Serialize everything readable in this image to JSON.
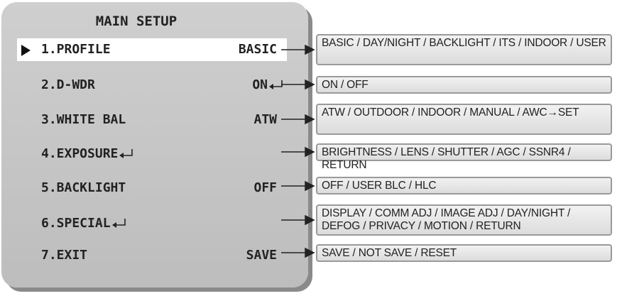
{
  "menu": {
    "title": "MAIN SETUP",
    "items": [
      {
        "label": "1.PROFILE",
        "value": "BASIC",
        "selected": true,
        "enter_on": "none"
      },
      {
        "label": "2.D-WDR",
        "value": "ON",
        "selected": false,
        "enter_on": "value"
      },
      {
        "label": "3.WHITE BAL",
        "value": "ATW",
        "selected": false,
        "enter_on": "none"
      },
      {
        "label": "4.EXPOSURE",
        "value": "",
        "selected": false,
        "enter_on": "label"
      },
      {
        "label": "5.BACKLIGHT",
        "value": "OFF",
        "selected": false,
        "enter_on": "none"
      },
      {
        "label": "6.SPECIAL",
        "value": "",
        "selected": false,
        "enter_on": "label"
      },
      {
        "label": "7.EXIT",
        "value": "SAVE",
        "selected": false,
        "enter_on": "none"
      }
    ]
  },
  "options": [
    "BASIC / DAY/NIGHT / BACKLIGHT / ITS / INDOOR / USER",
    "ON / OFF",
    "ATW / OUTDOOR / INDOOR / MANUAL / AWC→SET",
    "BRIGHTNESS / LENS / SHUTTER / AGC / SSNR4 / RETURN",
    "OFF / USER BLC / HLC",
    "DISPLAY / COMM ADJ / IMAGE ADJ / DAY/NIGHT / DEFOG / PRIVACY / MOTION / RETURN",
    "SAVE / NOT SAVE / RESET"
  ],
  "icons": {
    "cursor": "triangle-cursor-icon",
    "enter": "enter-return-icon",
    "arrow": "arrow-right-icon"
  },
  "colors": {
    "panel": "#c6c6c6",
    "panel_shadow": "#8a8a8a",
    "selected_row": "#ffffff",
    "option_box": "#e6e6e6"
  }
}
